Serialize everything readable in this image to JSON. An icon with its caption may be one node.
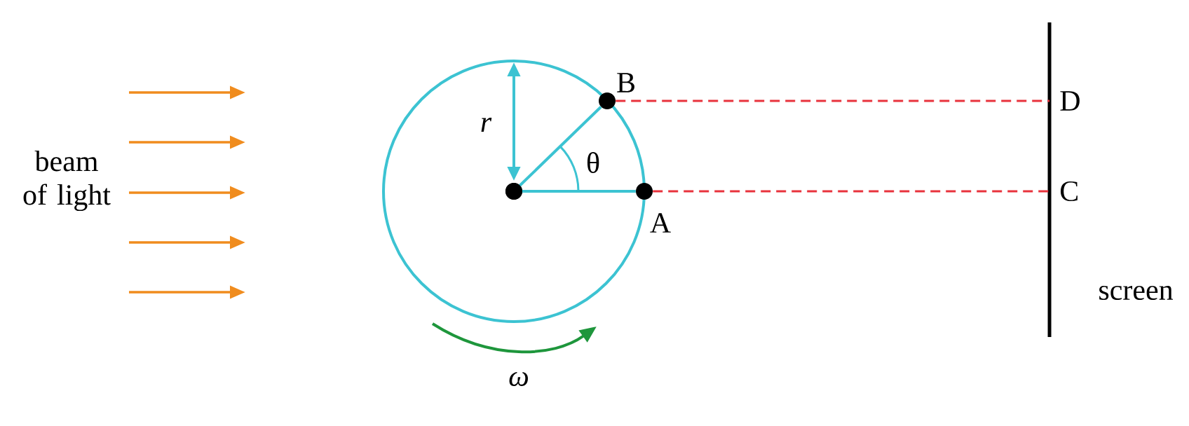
{
  "diagram": {
    "nodes": [
      {
        "text": [],
        "shape": "circle"
      },
      {
        "text": [],
        "shape": "circle",
        "beside": [
          "A"
        ]
      },
      {
        "text": [],
        "shape": "circle",
        "beside": [
          "B"
        ]
      },
      {
        "text": [
          "D"
        ]
      },
      {
        "text": [
          "C"
        ]
      }
    ],
    "edges": [
      {
        "from": 0,
        "to": 1,
        "arrow": "none",
        "color": "#3cc3d2"
      },
      {
        "from": 0,
        "to": 2,
        "arrow": "none",
        "color": "#3cc3d2"
      },
      {
        "from": 2,
        "to": 3,
        "arrow": "none",
        "style": "dashed",
        "color": "#e8323c"
      },
      {
        "from": 1,
        "to": 4,
        "arrow": "none",
        "style": "dashed",
        "color": "#e8323c"
      }
    ],
    "labels": [
      "beam of light",
      "r",
      "θ",
      "ω",
      "screen"
    ]
  }
}
